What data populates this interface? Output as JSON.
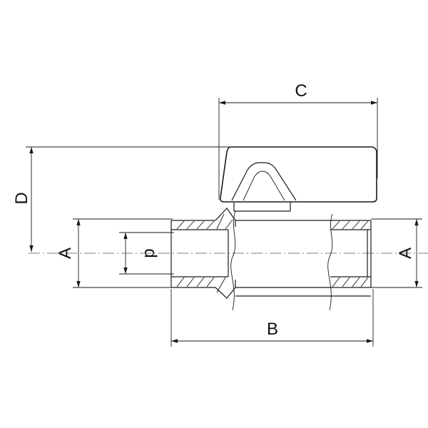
{
  "labels": {
    "c": "C",
    "d_upper": "D",
    "a_left": "A",
    "d_lower": "d",
    "a_right": "A",
    "b": "B"
  }
}
